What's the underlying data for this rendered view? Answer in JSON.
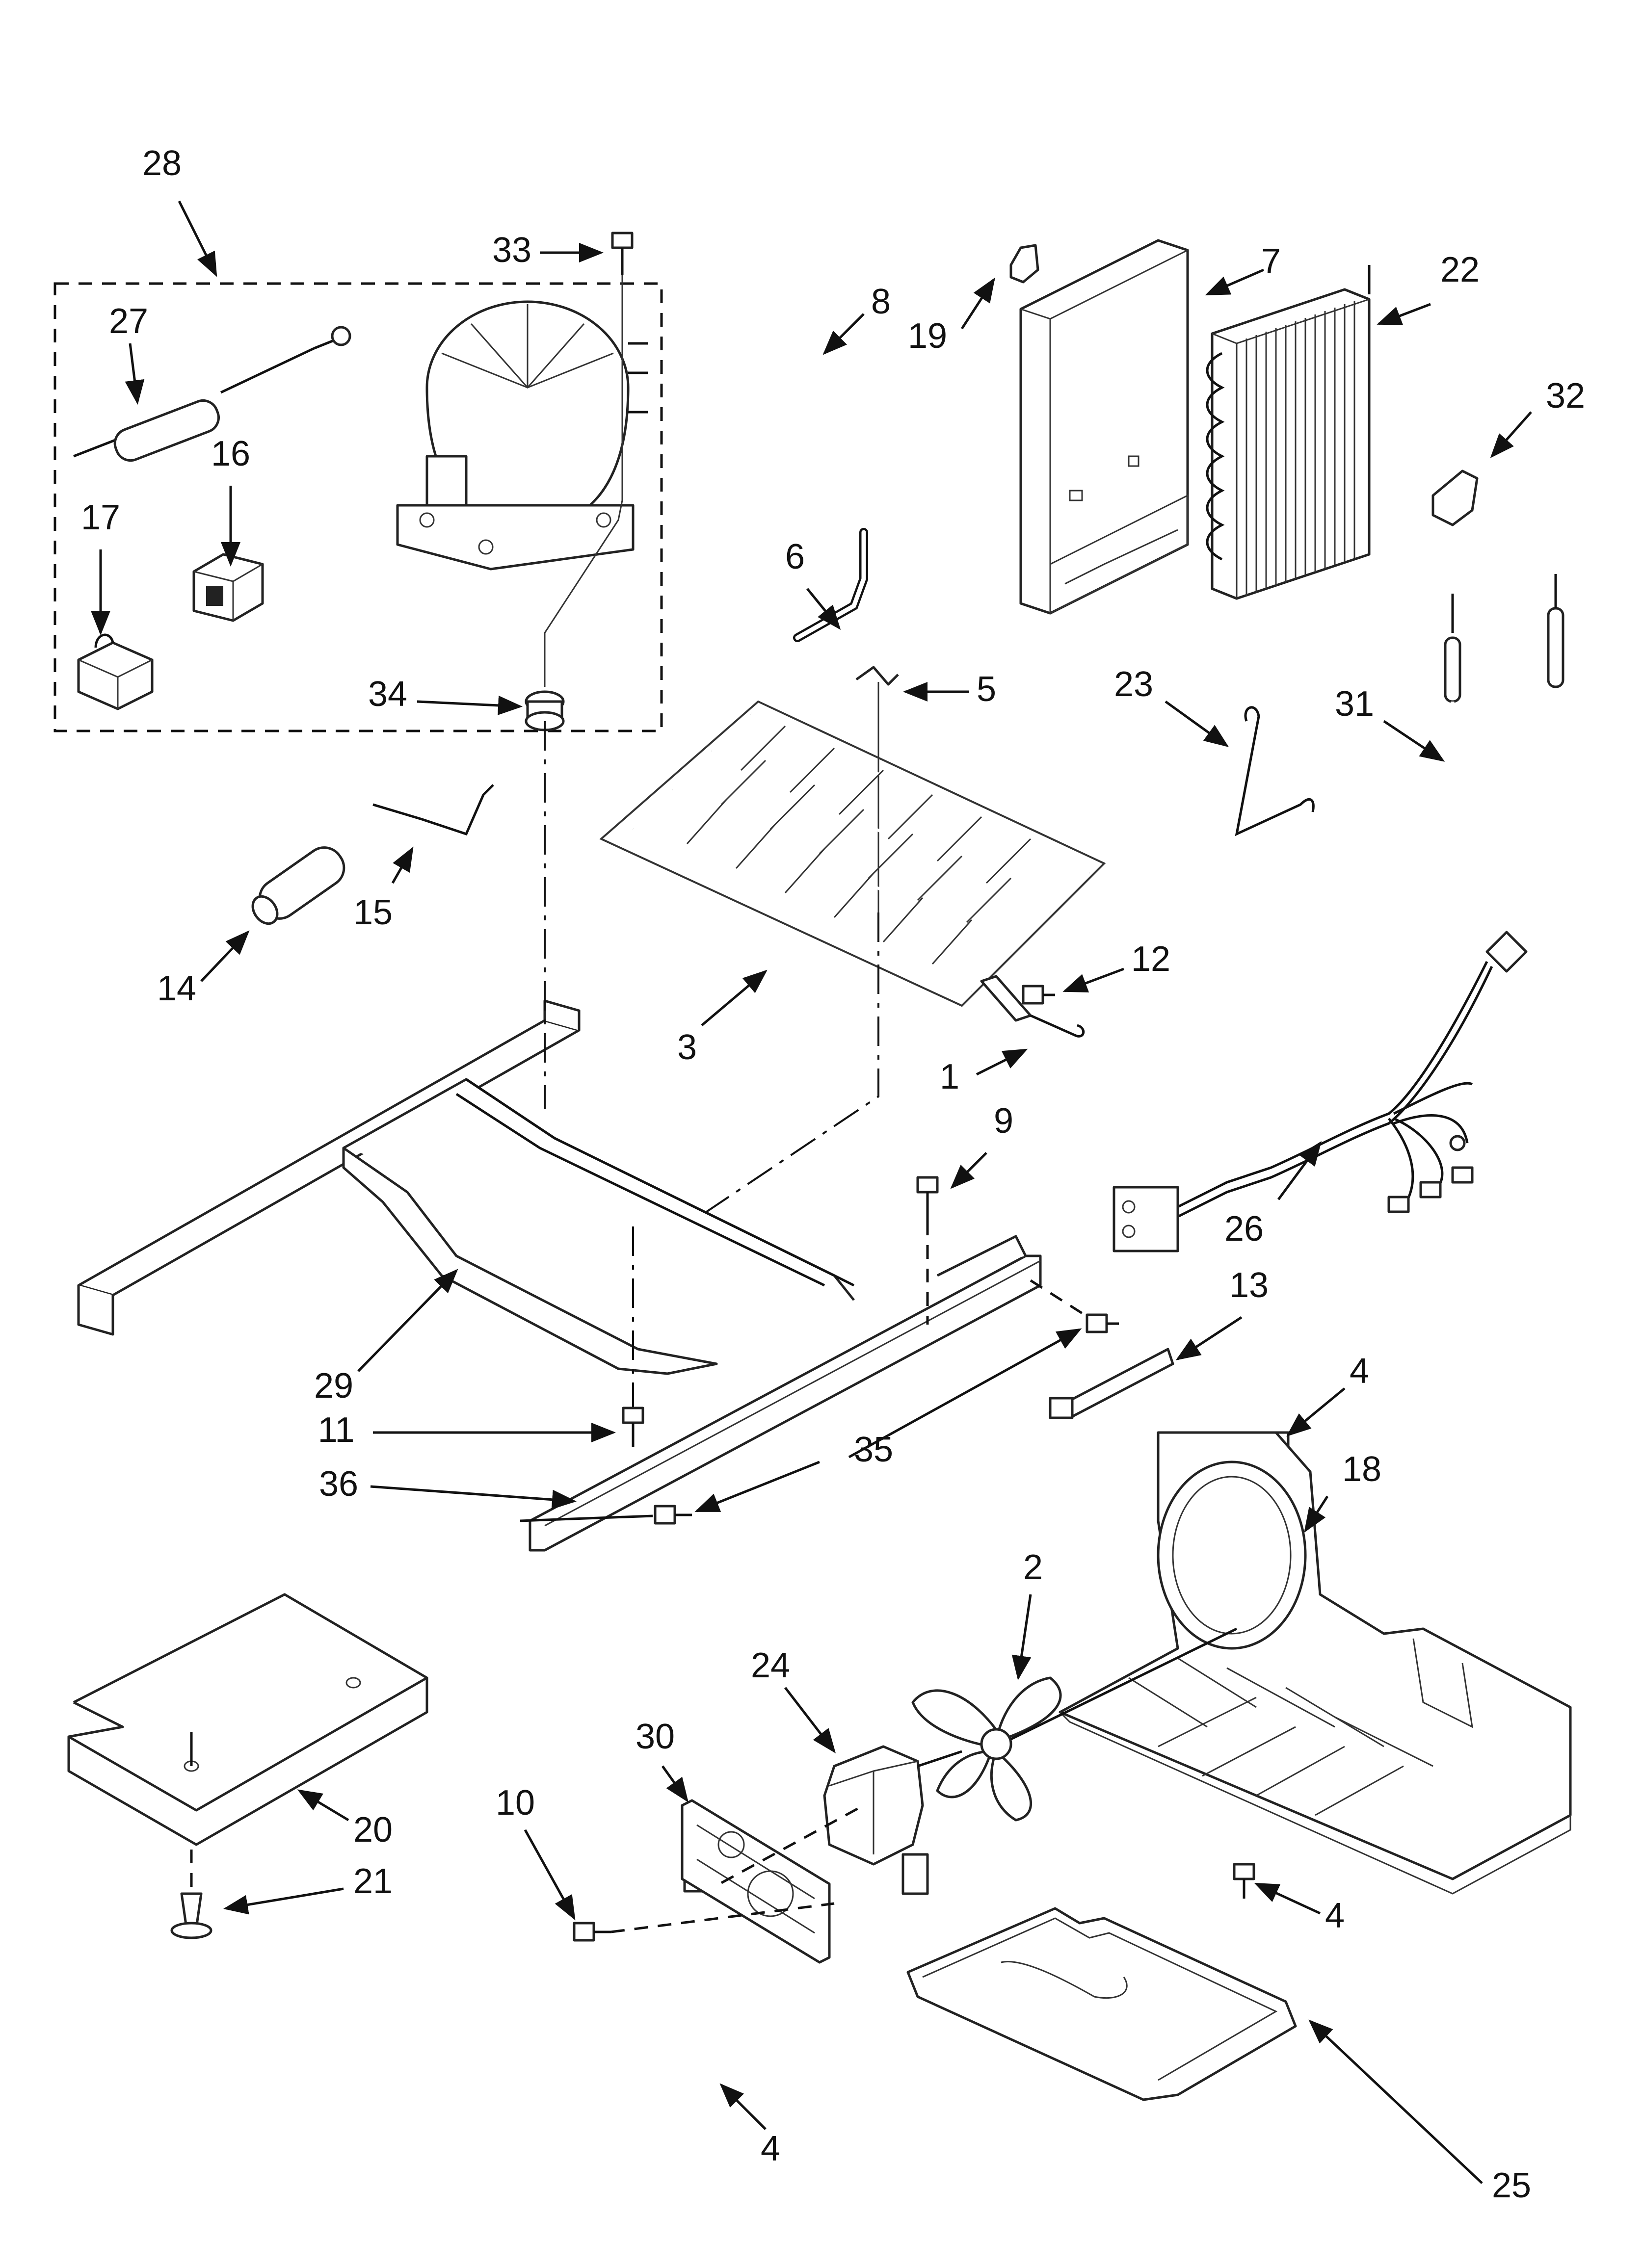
{
  "diagram": {
    "callouts": [
      {
        "id": "1",
        "text": "1"
      },
      {
        "id": "2",
        "text": "2"
      },
      {
        "id": "3",
        "text": "3"
      },
      {
        "id": "4a",
        "text": "4"
      },
      {
        "id": "4b",
        "text": "4"
      },
      {
        "id": "4c",
        "text": "4"
      },
      {
        "id": "5",
        "text": "5"
      },
      {
        "id": "6",
        "text": "6"
      },
      {
        "id": "7",
        "text": "7"
      },
      {
        "id": "8",
        "text": "8"
      },
      {
        "id": "9",
        "text": "9"
      },
      {
        "id": "10",
        "text": "10"
      },
      {
        "id": "11",
        "text": "11"
      },
      {
        "id": "12",
        "text": "12"
      },
      {
        "id": "13",
        "text": "13"
      },
      {
        "id": "14",
        "text": "14"
      },
      {
        "id": "15",
        "text": "15"
      },
      {
        "id": "16",
        "text": "16"
      },
      {
        "id": "17",
        "text": "17"
      },
      {
        "id": "18",
        "text": "18"
      },
      {
        "id": "19",
        "text": "19"
      },
      {
        "id": "20",
        "text": "20"
      },
      {
        "id": "21",
        "text": "21"
      },
      {
        "id": "22",
        "text": "22"
      },
      {
        "id": "23",
        "text": "23"
      },
      {
        "id": "24",
        "text": "24"
      },
      {
        "id": "25",
        "text": "25"
      },
      {
        "id": "26",
        "text": "26"
      },
      {
        "id": "27",
        "text": "27"
      },
      {
        "id": "28",
        "text": "28"
      },
      {
        "id": "29",
        "text": "29"
      },
      {
        "id": "30",
        "text": "30"
      },
      {
        "id": "31",
        "text": "31"
      },
      {
        "id": "32",
        "text": "32"
      },
      {
        "id": "33",
        "text": "33"
      },
      {
        "id": "34",
        "text": "34"
      },
      {
        "id": "35",
        "text": "35"
      },
      {
        "id": "36",
        "text": "36"
      }
    ],
    "colors": {
      "ink": "#111111",
      "paper": "#ffffff"
    }
  }
}
